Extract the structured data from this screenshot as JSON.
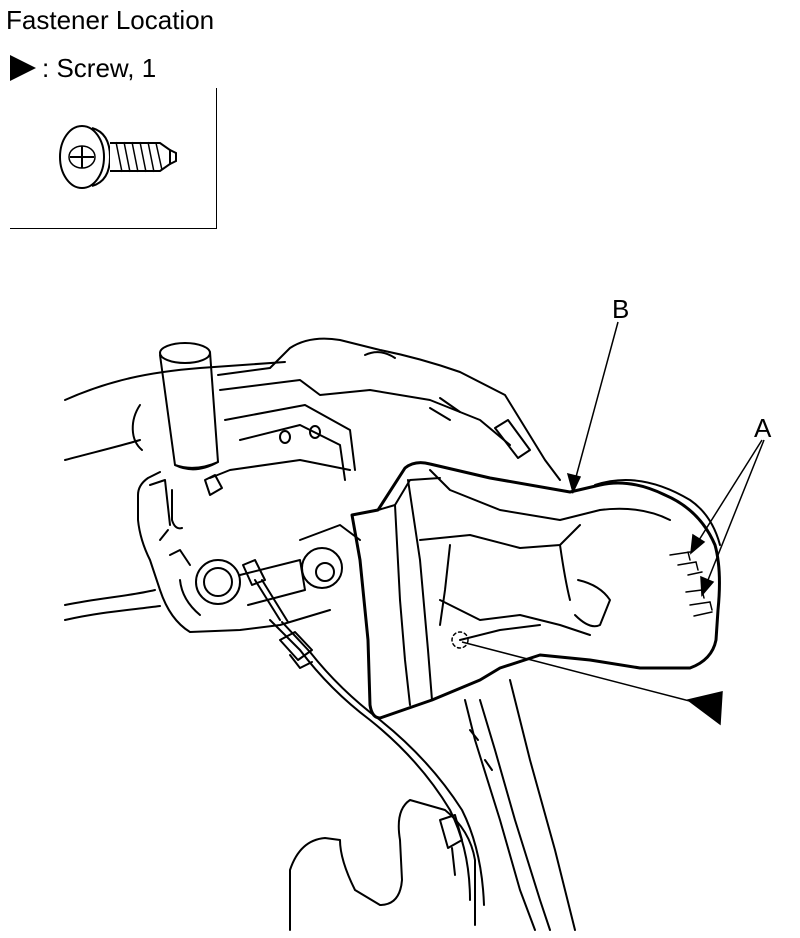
{
  "header": {
    "title": "Fastener Location"
  },
  "legend": {
    "symbol_icon": "filled-triangle-icon",
    "text": ": Screw, 1"
  },
  "callouts": {
    "label_b": "B",
    "label_a": "A"
  },
  "colors": {
    "ink": "#000000",
    "paper": "#ffffff"
  }
}
